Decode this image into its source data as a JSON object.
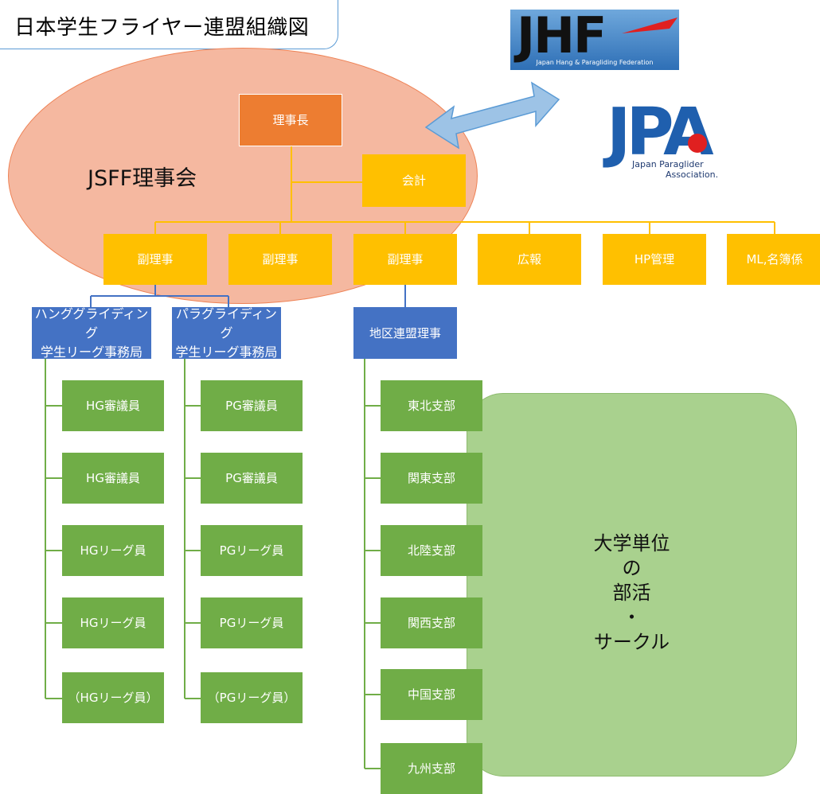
{
  "title": "日本学生フライヤー連盟組織図",
  "council_label": "JSFF理事会",
  "chairman": "理事長",
  "treasurer": "会計",
  "vp_boxes": [
    "副理事",
    "副理事",
    "副理事"
  ],
  "other_boxes": [
    "広報",
    "HP管理",
    "ML,名簿係"
  ],
  "hg_office": [
    "ハンググライディング",
    "学生リーグ事務局"
  ],
  "pg_office": [
    "パラグライディング",
    "学生リーグ事務局"
  ],
  "district_director": "地区連盟理事",
  "hg_members": [
    "HG審議員",
    "HG審議員",
    "HGリーグ員",
    "HGリーグ員",
    "（HGリーグ員）"
  ],
  "pg_members": [
    "PG審議員",
    "PG審議員",
    "PGリーグ員",
    "PGリーグ員",
    "（PGリーグ員）"
  ],
  "branches": [
    "東北支部",
    "関東支部",
    "北陸支部",
    "関西支部",
    "中国支部",
    "九州支部"
  ],
  "club_text": [
    "大学単位",
    "の",
    "部活",
    "・",
    "サークル"
  ],
  "jhf_logo": {
    "letters": "JHF",
    "subtitle": "Japan Hang & Paragliding Federation"
  },
  "jpa_logo": {
    "letters": "JPA",
    "line1": "Japan Paraglider",
    "line2": "Association."
  },
  "colors": {
    "orange": "#ed7d31",
    "yellow": "#ffc000",
    "blue": "#4472c4",
    "green": "#70ad47",
    "club": "#a9d18e",
    "ellipse": "#f5b8a0"
  }
}
